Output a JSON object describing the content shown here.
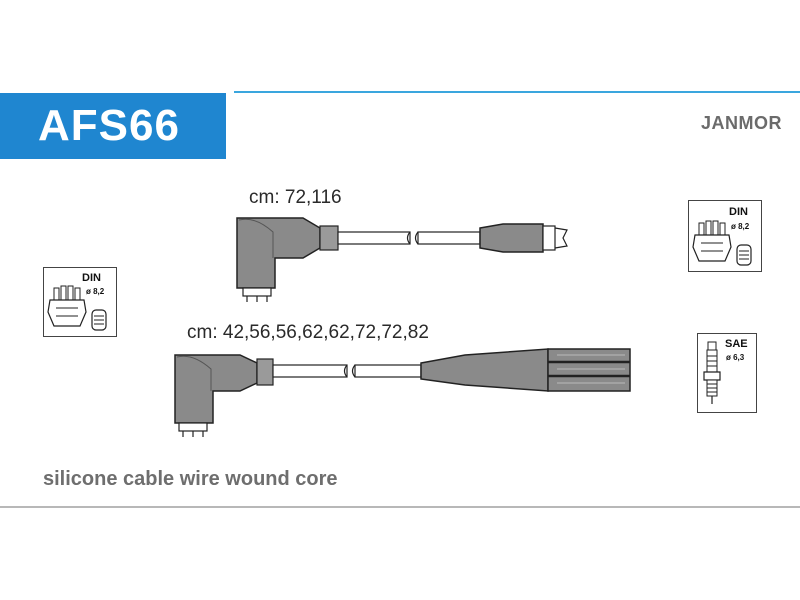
{
  "product": {
    "code": "AFS66",
    "brand": "JANMOR"
  },
  "cables": [
    {
      "length_label": "cm: 72,116"
    },
    {
      "length_label": "cm: 42,56,56,62,62,72,72,82"
    }
  ],
  "description": "silicone cable wire wound core",
  "connectors": {
    "distributor_left": {
      "standard": "DIN",
      "diameter": "ø 8,2"
    },
    "distributor_right": {
      "standard": "DIN",
      "diameter": "ø 8,2"
    },
    "spark_plug": {
      "standard": "SAE",
      "diameter": "ø 6,3"
    }
  },
  "colors": {
    "accent": "#1f86d0",
    "cable": "#8a8a8a",
    "outline": "#222222"
  }
}
